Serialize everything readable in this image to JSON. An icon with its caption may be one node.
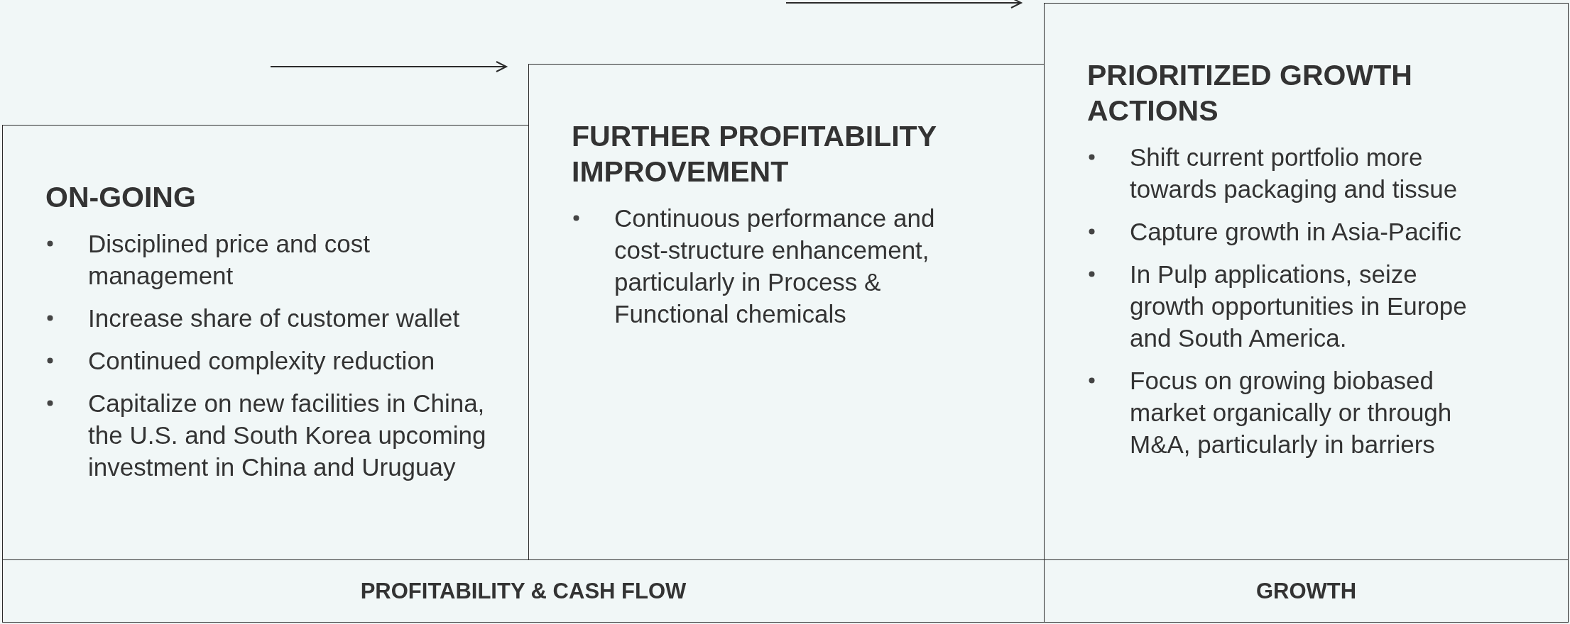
{
  "diagram": {
    "nodes": [
      {
        "text": [
          "ON-GOING",
          "Disciplined price and cost management",
          "Increase share of customer wallet",
          "Continued complexity reduction",
          "Capitalize on new facilities in China, the U.S. and South Korea upcoming investment in China and Uruguay"
        ]
      },
      {
        "text": [
          "FURTHER PROFITABILITY IMPROVEMENT",
          "Continuous performance and cost-structure enhancement, particularly in Process & Functional chemicals"
        ]
      },
      {
        "text": [
          "PRIORITIZED GROWTH ACTIONS",
          "Shift current portfolio more towards packaging and tissue",
          "Capture growth in Asia-Pacific",
          "In Pulp applications, seize growth opportunities in Europe and South America.",
          "Focus on growing biobased market organically or through M&A, particularly in barriers"
        ]
      },
      {
        "text": [
          "PROFITABILITY & CASH FLOW"
        ]
      },
      {
        "text": [
          "GROWTH"
        ]
      }
    ],
    "edges": []
  }
}
